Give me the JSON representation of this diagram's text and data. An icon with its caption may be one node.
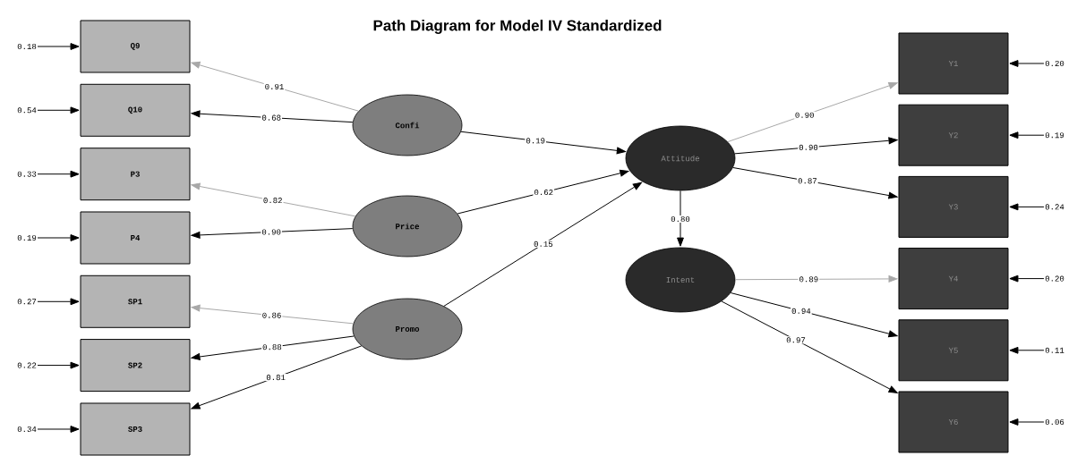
{
  "diagram": {
    "title": "Path Diagram for Model IV Standardized",
    "nodes": [
      {
        "text": [
          "Q9"
        ]
      },
      {
        "text": [
          "Q10"
        ]
      },
      {
        "text": [
          "P3"
        ]
      },
      {
        "text": [
          "P4"
        ]
      },
      {
        "text": [
          "SP1"
        ]
      },
      {
        "text": [
          "SP2"
        ]
      },
      {
        "text": [
          "SP3"
        ]
      },
      {
        "text": [
          "Confi"
        ]
      },
      {
        "text": [
          "Price"
        ]
      },
      {
        "text": [
          "Promo"
        ]
      },
      {
        "text": [
          "Attitude"
        ]
      },
      {
        "text": [
          "Intent"
        ]
      },
      {
        "text": [
          "Y1"
        ]
      },
      {
        "text": [
          "Y2"
        ]
      },
      {
        "text": [
          "Y3"
        ]
      },
      {
        "text": [
          "Y4"
        ]
      },
      {
        "text": [
          "Y5"
        ]
      },
      {
        "text": [
          "Y6"
        ]
      },
      {
        "text": [
          "0.18"
        ]
      },
      {
        "text": [
          "0.54"
        ]
      },
      {
        "text": [
          "0.33"
        ]
      },
      {
        "text": [
          "0.19"
        ]
      },
      {
        "text": [
          "0.27"
        ]
      },
      {
        "text": [
          "0.22"
        ]
      },
      {
        "text": [
          "0.34"
        ]
      },
      {
        "text": [
          "0.20"
        ]
      },
      {
        "text": [
          "0.19"
        ]
      },
      {
        "text": [
          "0.24"
        ]
      },
      {
        "text": [
          "0.20"
        ]
      },
      {
        "text": [
          "0.11"
        ]
      },
      {
        "text": [
          "0.06"
        ]
      }
    ],
    "edges": [
      {
        "from": 7,
        "to": 0,
        "arrow": "to",
        "label": "0.91",
        "color": "#a8a8a8"
      },
      {
        "from": 7,
        "to": 1,
        "arrow": "to",
        "label": "0.68"
      },
      {
        "from": 8,
        "to": 2,
        "arrow": "to",
        "label": "0.82",
        "color": "#a8a8a8"
      },
      {
        "from": 8,
        "to": 3,
        "arrow": "to",
        "label": "0.90"
      },
      {
        "from": 9,
        "to": 4,
        "arrow": "to",
        "label": "0.86",
        "color": "#a8a8a8"
      },
      {
        "from": 9,
        "to": 5,
        "arrow": "to",
        "label": "0.88"
      },
      {
        "from": 9,
        "to": 6,
        "arrow": "to",
        "label": "0.81"
      },
      {
        "from": 7,
        "to": 10,
        "arrow": "to",
        "label": "0.19"
      },
      {
        "from": 8,
        "to": 10,
        "arrow": "to",
        "label": "0.62"
      },
      {
        "from": 9,
        "to": 10,
        "arrow": "to",
        "label": "0.15"
      },
      {
        "from": 10,
        "to": 11,
        "arrow": "to",
        "label": "0.80"
      },
      {
        "from": 10,
        "to": 12,
        "arrow": "to",
        "label": "0.90",
        "color": "#a8a8a8"
      },
      {
        "from": 10,
        "to": 13,
        "arrow": "to",
        "label": "0.90"
      },
      {
        "from": 10,
        "to": 14,
        "arrow": "to",
        "label": "0.87"
      },
      {
        "from": 11,
        "to": 15,
        "arrow": "to",
        "label": "0.89",
        "color": "#a8a8a8"
      },
      {
        "from": 11,
        "to": 16,
        "arrow": "to",
        "label": "0.94"
      },
      {
        "from": 11,
        "to": 17,
        "arrow": "to",
        "label": "0.97"
      },
      {
        "from": 18,
        "to": 0,
        "arrow": "to"
      },
      {
        "from": 19,
        "to": 1,
        "arrow": "to"
      },
      {
        "from": 20,
        "to": 2,
        "arrow": "to"
      },
      {
        "from": 21,
        "to": 3,
        "arrow": "to"
      },
      {
        "from": 22,
        "to": 4,
        "arrow": "to"
      },
      {
        "from": 23,
        "to": 5,
        "arrow": "to"
      },
      {
        "from": 24,
        "to": 6,
        "arrow": "to"
      },
      {
        "from": 25,
        "to": 12,
        "arrow": "to"
      },
      {
        "from": 26,
        "to": 13,
        "arrow": "to"
      },
      {
        "from": 27,
        "to": 14,
        "arrow": "to"
      },
      {
        "from": 28,
        "to": 15,
        "arrow": "to"
      },
      {
        "from": 29,
        "to": 16,
        "arrow": "to"
      },
      {
        "from": 30,
        "to": 17,
        "arrow": "to"
      }
    ]
  }
}
